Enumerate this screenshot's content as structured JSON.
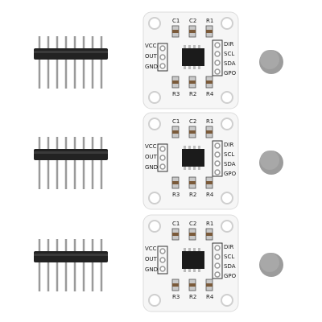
{
  "kits": [
    {
      "left_pins": [
        "VCC",
        "OUT",
        "GND"
      ],
      "right_pins": [
        "DIR",
        "SCL",
        "SDA",
        "GPO"
      ],
      "top_parts": [
        "C1",
        "C2",
        "R1"
      ],
      "bottom_parts": [
        "R3",
        "R2",
        "R4"
      ]
    },
    {
      "left_pins": [
        "VCC",
        "OUT",
        "GND"
      ],
      "right_pins": [
        "DIR",
        "SCL",
        "SDA",
        "GPO"
      ],
      "top_parts": [
        "C1",
        "C2",
        "R1"
      ],
      "bottom_parts": [
        "R3",
        "R2",
        "R4"
      ]
    },
    {
      "left_pins": [
        "VCC",
        "OUT",
        "GND"
      ],
      "right_pins": [
        "DIR",
        "SCL",
        "SDA",
        "GPO"
      ],
      "top_parts": [
        "C1",
        "C2",
        "R1"
      ],
      "bottom_parts": [
        "R3",
        "R2",
        "R4"
      ]
    }
  ],
  "colors": {
    "board": "#f6f6f6",
    "silkscreen": "#1a1a1a",
    "header_plastic": "#222222",
    "header_pin": "#9a9a9a",
    "magnet": "#9c9c9c"
  }
}
